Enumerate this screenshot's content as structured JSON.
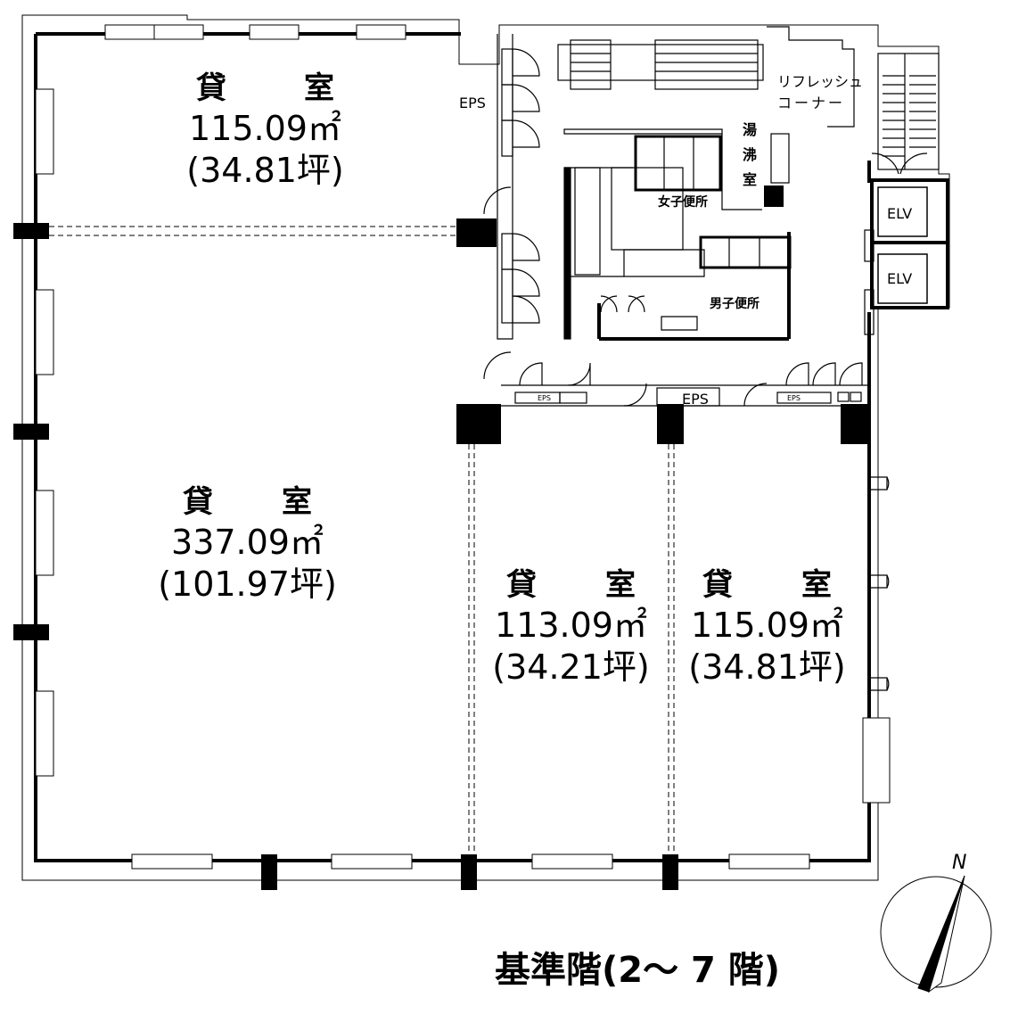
{
  "rooms": [
    {
      "char1": "貸",
      "char2": "室",
      "area": "115.09㎡",
      "tsubo": "(34.81坪)"
    },
    {
      "char1": "貸",
      "char2": "室",
      "area": "337.09㎡",
      "tsubo": "(101.97坪)"
    },
    {
      "char1": "貸",
      "char2": "室",
      "area": "113.09㎡",
      "tsubo": "(34.21坪)"
    },
    {
      "char1": "貸",
      "char2": "室",
      "area": "115.09㎡",
      "tsubo": "(34.81坪)"
    }
  ],
  "labels": {
    "eps_top": "EPS",
    "eps_mid": "EPS",
    "eps_small_left": "EPS",
    "eps_small_right": "EPS",
    "refresh_line1": "リフレッシュ",
    "refresh_line2": "コーナー",
    "yuwakashi": "湯",
    "yuwakashi2": "沸",
    "yuwakashi3": "室",
    "womens": "女子便所",
    "mens": "男子便所",
    "elv1": "ELV",
    "elv2": "ELV"
  },
  "title": "基準階(2〜 7 階)",
  "compass_north": "N"
}
